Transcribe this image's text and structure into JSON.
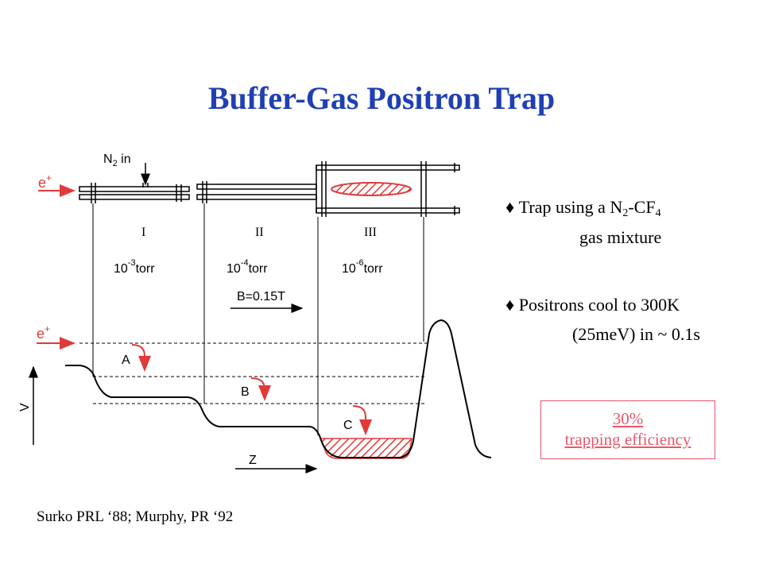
{
  "title": "Buffer-Gas Positron Trap",
  "diagram": {
    "n2_label": "N",
    "n2_sub": "2",
    "n2_suffix": " in",
    "positron_label": "e",
    "positron_sup": "+",
    "stages": [
      {
        "roman": "I",
        "pressure_base": "10",
        "pressure_exp": "-3",
        "pressure_unit": "torr"
      },
      {
        "roman": "II",
        "pressure_base": "10",
        "pressure_exp": "-4",
        "pressure_unit": "torr"
      },
      {
        "roman": "III",
        "pressure_base": "10",
        "pressure_exp": "-6",
        "pressure_unit": "torr"
      }
    ],
    "field_label": "B=0.15T",
    "arrow_labels": [
      "A",
      "B",
      "C"
    ],
    "v_axis_label": "V",
    "z_axis_label": "Z"
  },
  "bullets": [
    {
      "line1_pre": "Trap using a N",
      "line1_sub1": "2",
      "line1_mid": "-CF",
      "line1_sub2": "4",
      "line2": "gas mixture"
    },
    {
      "line1": "Positrons cool to 300K",
      "line2": "(25meV) in ~ 0.1s"
    }
  ],
  "bullet_glyph": "♦",
  "efficiency": {
    "line1": "30%",
    "line2": "trapping efficiency"
  },
  "citation": "Surko PRL ‘88; Murphy, PR ‘92",
  "colors": {
    "title": "#1f3fb4",
    "accent": "#e03a3a",
    "efficiency": "#e8586a"
  }
}
